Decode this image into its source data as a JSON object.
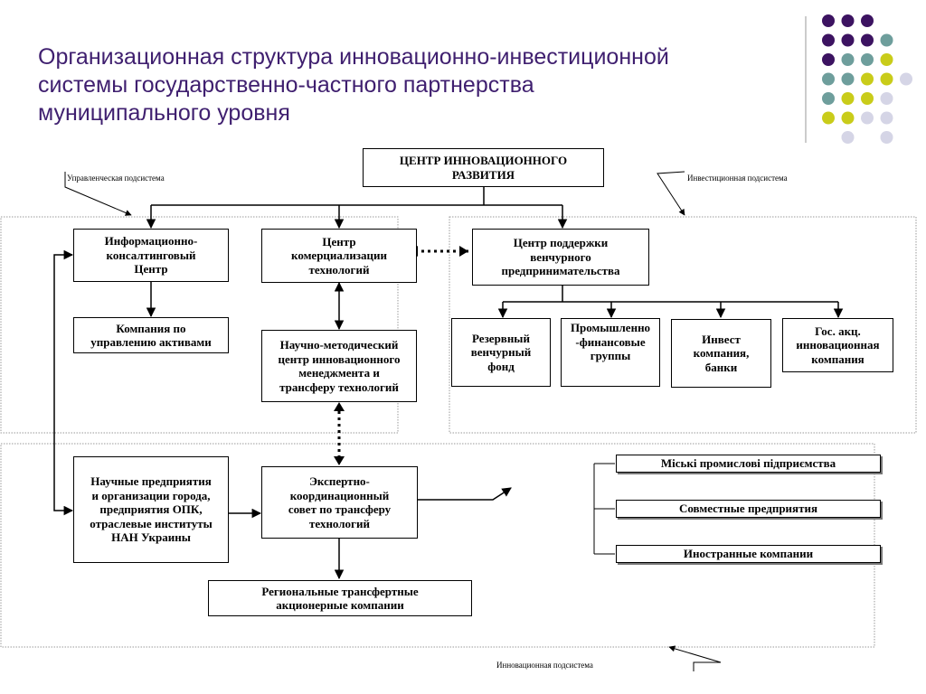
{
  "title": {
    "lines": [
      "Организационная структура инновационно-инвестиционной",
      "системы государственно-частного партнерства",
      "муниципального уровня"
    ]
  },
  "subsystems": {
    "management": "Управленческая подсистема",
    "investment": "Инвестиционная подсистема",
    "innovation": "Инновационная подсистема"
  },
  "boxes": {
    "center": [
      "ЦЕНТР ИННОВАЦИОННОГО",
      "РАЗВИТИЯ"
    ],
    "info_consult": [
      "Информационно-",
      "консалтинговый",
      "Центр"
    ],
    "commercialization": [
      "Центр",
      "комерциализации",
      "технологий"
    ],
    "venture_support": [
      "Центр поддержки",
      "венчурного",
      "предпринимательства"
    ],
    "asset_mgmt": [
      "Компания по",
      "управлению активами"
    ],
    "sci_method": [
      "Научно-методический",
      "центр инновационного",
      "менеджмента и",
      "трансферу технологий"
    ],
    "reserve_fund": [
      "Резервный",
      "венчурный",
      "фонд"
    ],
    "industrial_groups": [
      "Промышленно",
      "-финансовые",
      "группы"
    ],
    "invest_company": [
      "Инвест",
      "компания,",
      "банки"
    ],
    "state_company": [
      "Гос. акц.",
      "инновационная",
      "компания"
    ],
    "sci_enterprises": [
      "Научные предприятия",
      "и организации города,",
      "предприятия ОПК,",
      "отраслевые институты",
      "НАН Украины"
    ],
    "expert_council": [
      "Экспертно-",
      "координационный",
      "совет по трансферу",
      "технологий"
    ],
    "regional": [
      "Региональные трансфертные",
      "акционерные компании"
    ],
    "city_enterprises": [
      "Міські промислові підприємства"
    ],
    "joint_ventures": [
      "Совместные предприятия"
    ],
    "foreign": [
      "Иностранные компании"
    ]
  },
  "decor": {
    "dot_colors": {
      "purple": "#3c1361",
      "teal": "#6e9e9c",
      "yellow": "#c9cc1a",
      "lavender": "#d5d5e6"
    },
    "dot_rows": [
      [
        "purple",
        "purple",
        "purple",
        null
      ],
      [
        "purple",
        "purple",
        "purple",
        "teal"
      ],
      [
        "purple",
        "teal",
        "teal",
        "yellow"
      ],
      [
        "teal",
        "teal",
        "yellow",
        "yellow",
        "lavender"
      ],
      [
        "teal",
        "yellow",
        "yellow",
        "lavender"
      ],
      [
        "yellow",
        "yellow",
        "lavender",
        "lavender"
      ],
      [
        null,
        "lavender",
        null,
        "lavender"
      ]
    ]
  }
}
